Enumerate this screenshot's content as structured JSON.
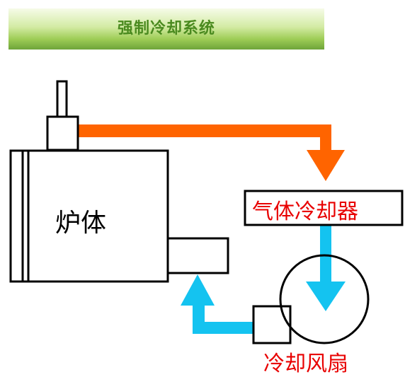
{
  "banner": {
    "title": "强制冷却系统"
  },
  "diagram": {
    "furnace_label": "炉体",
    "cooler_label": "气体冷却器",
    "fan_label": "冷却风扇"
  },
  "colors": {
    "hot_flow": "#ff6400",
    "cold_flow": "#14c3f0",
    "label_red": "#e80000",
    "banner_text": "#4a8a1f"
  }
}
